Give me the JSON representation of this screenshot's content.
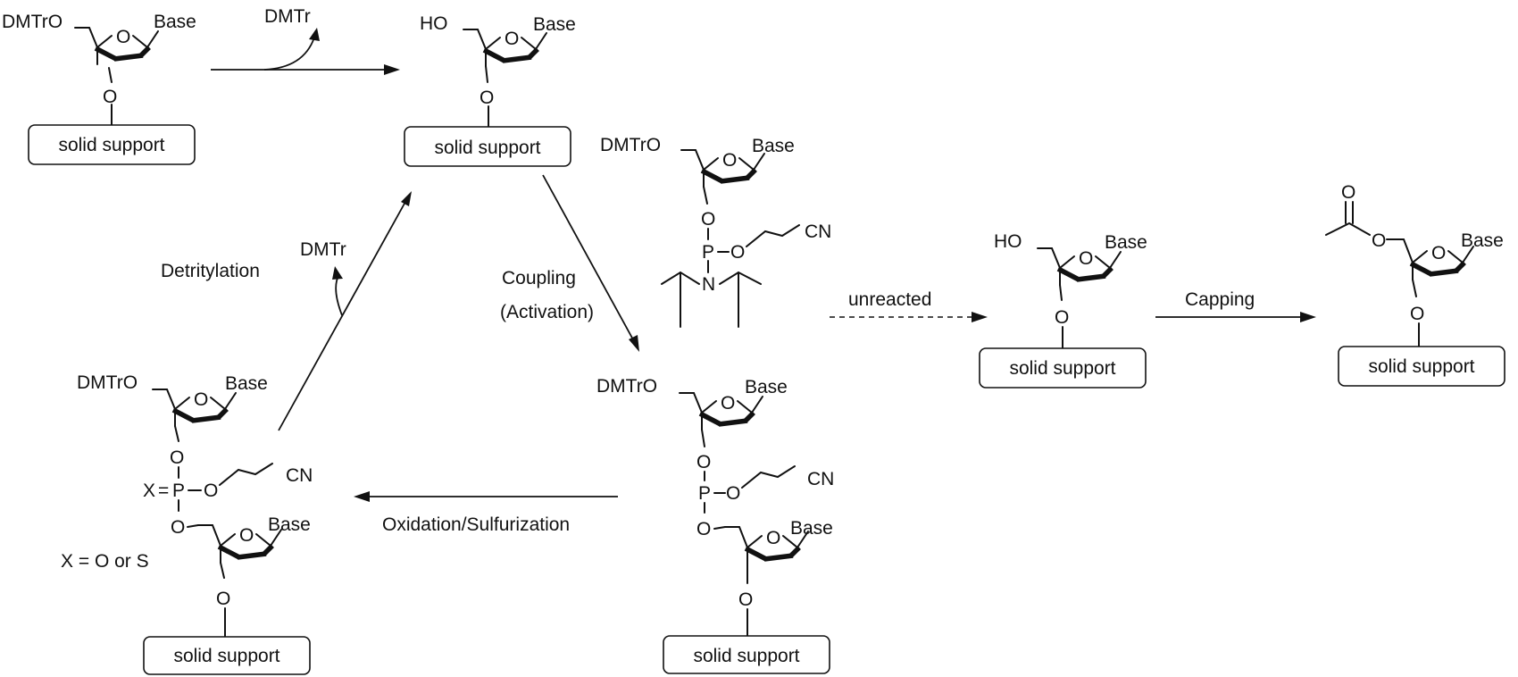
{
  "labels": {
    "dmtro": "DMTrO",
    "ho": "HO",
    "o": "O",
    "base": "Base",
    "p": "P",
    "n": "N",
    "cn": "CN",
    "x": "X",
    "equals": "=",
    "support": "solid support",
    "dmtr": "DMTr"
  },
  "reactions": {
    "coupling": "Coupling",
    "activation": "(Activation)",
    "detritylation": "Detritylation",
    "oxidation": "Oxidation/Sulfurization",
    "unreacted": "unreacted",
    "capping": "Capping",
    "x_def": "X = O or S"
  }
}
